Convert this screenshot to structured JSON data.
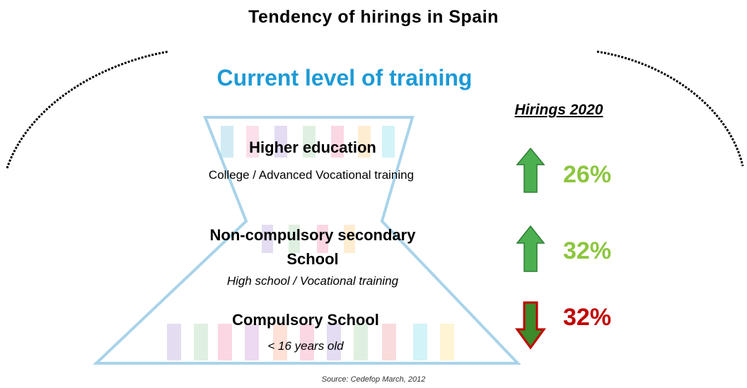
{
  "title": "Tendency of hirings in Spain",
  "subtitle": "Current level of training",
  "column_header": "Hirings 2020",
  "levels": [
    {
      "name": "Higher education",
      "desc": "College / Advanced Vocational training",
      "change_pct": "26%",
      "direction": "up",
      "color": "#8dc63f"
    },
    {
      "name": "Non-compulsory secondary School",
      "desc": "High school / Vocational training",
      "change_pct": "32%",
      "direction": "up",
      "color": "#8dc63f"
    },
    {
      "name": "Compulsory School",
      "desc": "< 16 years old",
      "change_pct": "32%",
      "direction": "down",
      "color": "#c00000"
    }
  ],
  "source": "Source: Cedefop March, 2012",
  "colors": {
    "subtitle": "#1c9ad6",
    "outline": "#a9d3ea",
    "up_arrow": "#4caf50",
    "down_arrow": "#c00000"
  }
}
